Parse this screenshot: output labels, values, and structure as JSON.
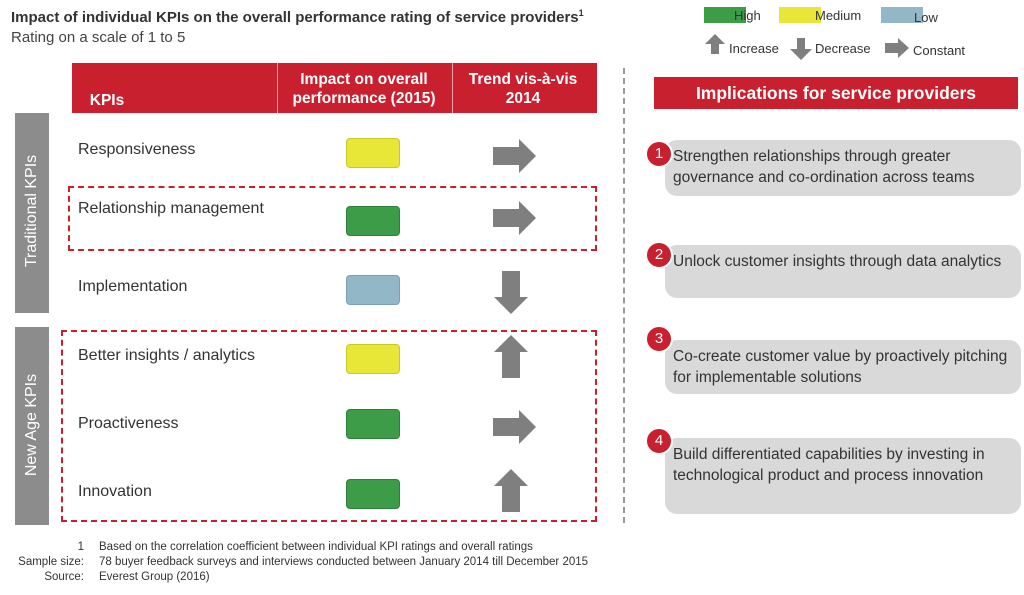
{
  "title": "Impact of individual KPIs on the overall performance rating of service providers",
  "title_sup": "1",
  "subtitle": "Rating on a scale of 1 to 5",
  "legend": {
    "impact": [
      {
        "label": "High",
        "color": "#3c9c47"
      },
      {
        "label": "Medium",
        "color": "#e8e637"
      },
      {
        "label": "Low",
        "color": "#92b8c8"
      }
    ],
    "trend": [
      {
        "label": "Increase",
        "icon": "arrow-up-icon"
      },
      {
        "label": "Decrease",
        "icon": "arrow-down-icon"
      },
      {
        "label": "Constant",
        "icon": "arrow-right-icon"
      }
    ]
  },
  "table": {
    "headers": {
      "kpi": "KPIs",
      "impact": "Impact on overall performance (2015)",
      "trend": "Trend vis-à-vis 2014"
    },
    "groups": [
      {
        "label": "Traditional KPIs"
      },
      {
        "label": "New Age KPIs"
      }
    ],
    "rows": [
      {
        "label": "Responsiveness",
        "impact": "Medium",
        "trend": "Constant"
      },
      {
        "label": "Relationship management",
        "impact": "High",
        "trend": "Constant"
      },
      {
        "label": "Implementation",
        "impact": "Low",
        "trend": "Decrease"
      },
      {
        "label": "Better insights / analytics",
        "impact": "Medium",
        "trend": "Increase"
      },
      {
        "label": "Proactiveness",
        "impact": "High",
        "trend": "Constant"
      },
      {
        "label": "Innovation",
        "impact": "High",
        "trend": "Increase"
      }
    ]
  },
  "implications": {
    "header": "Implications for service providers",
    "items": [
      {
        "num": "1",
        "text": "Strengthen relationships through greater governance and co-ordination across teams"
      },
      {
        "num": "2",
        "text": "Unlock customer insights through data analytics"
      },
      {
        "num": "3",
        "text": "Co-create customer value by proactively pitching for implementable solutions"
      },
      {
        "num": "4",
        "text": "Build differentiated capabilities by investing in technological product  and process innovation"
      }
    ]
  },
  "footnotes": [
    {
      "key": "1",
      "text": "Based on the correlation coefficient between individual KPI ratings and overall ratings"
    },
    {
      "key": "Sample size:",
      "text": "78 buyer feedback surveys and interviews conducted between January 2014 till December 2015"
    },
    {
      "key": "Source:",
      "text": "Everest Group (2016)"
    }
  ]
}
